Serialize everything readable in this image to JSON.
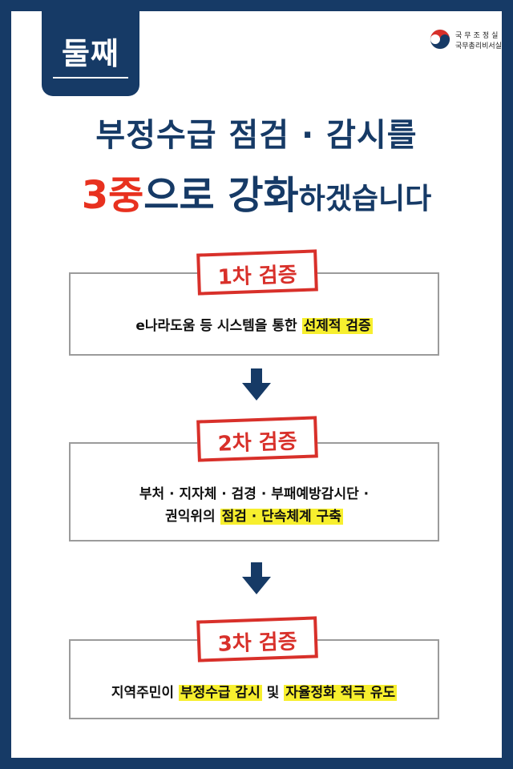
{
  "badge": {
    "label": "둘째"
  },
  "logo": {
    "line1": "국무조정실",
    "line2": "국무총리비서실"
  },
  "headline": {
    "line1": "부정수급 점검 · 감시를",
    "line2_red": "3중",
    "line2_a": "으로 ",
    "line2_b": "강화",
    "line2_small": "하겠습니다"
  },
  "steps": [
    {
      "stamp": "1차 검증",
      "line1_plain": "e나라도움 등 시스템을 통한 ",
      "line1_hl": "선제적 검증"
    },
    {
      "stamp": "2차 검증",
      "line1_plain": "부처 · 지자체 · 검경 · 부패예방감시단 ·",
      "line2_plain": "권익위의 ",
      "line2_hl": "점검 · 단속체계 구축"
    },
    {
      "stamp": "3차 검증",
      "line1_plain": "지역주민이 ",
      "line1_hl": "부정수급 감시",
      "line1_mid": " 및 ",
      "line1_hl2": "자율정화 적극 유도"
    }
  ],
  "colors": {
    "navy": "#163a66",
    "red": "#e8311f",
    "highlight": "#f7ef2e",
    "stamp": "#d8302a"
  },
  "icons": [
    "down-arrow-icon",
    "government-emblem-icon"
  ]
}
